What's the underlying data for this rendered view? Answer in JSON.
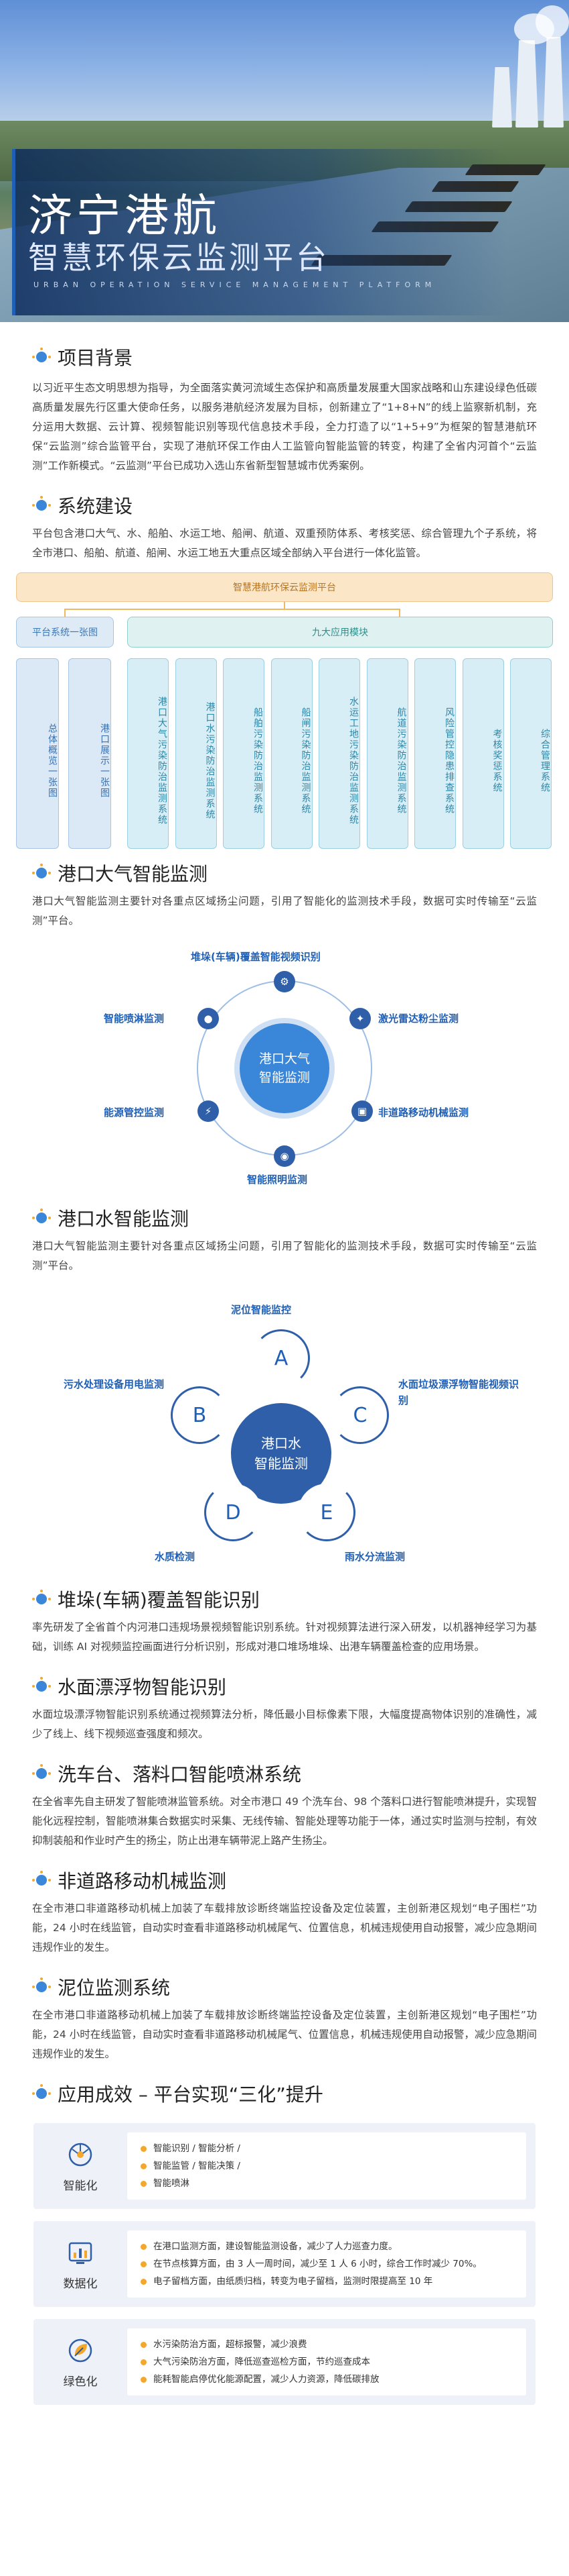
{
  "hero": {
    "title": "济宁港航",
    "subtitle": "智慧环保云监测平台",
    "english": "URBAN OPERATION SERVICE MANAGEMENT PLATFORM"
  },
  "background": {
    "title": "项目背景",
    "text": "以习近平生态文明思想为指导，为全面落实黄河流域生态保护和高质量发展重大国家战略和山东建设绿色低碳高质量发展先行区重大使命任务，以服务港航经济发展为目标，创新建立了“1+8+N”的线上监察新机制，充分运用大数据、云计算、视频智能识别等现代信息技术手段，全力打造了以“1+5+9”为框架的智慧港航环保“云监测”综合监管平台，实现了港航环保工作由人工监管向智能监管的转变，构建了全省内河首个“云监测”工作新模式。“云监测”平台已成功入选山东省新型智慧城市优秀案例。"
  },
  "system": {
    "title": "系统建设",
    "text": "平台包含港口大气、水、船舶、水运工地、船闸、航道、双重预防体系、考核奖惩、综合管理九个子系统，将全市港口、船舶、航道、船闸、水运工地五大重点区域全部纳入平台进行一体化监管。",
    "platform": "智慧港航环保云监测平台",
    "left_group": "平台系统一张图",
    "right_group": "九大应用模块",
    "left_cols": [
      "总体概览一张图",
      "港口展示一张图"
    ],
    "right_cols": [
      "港口大气污染防治监测系统",
      "港口水污染防治监测系统",
      "船舶污染防治监测系统",
      "船闸污染防治监测系统",
      "水运工地污染防治监测系统",
      "航道污染防治监测系统",
      "风险管控隐患排查系统",
      "考核奖惩系统",
      "综合管理系统"
    ]
  },
  "air": {
    "title": "港口大气智能监测",
    "text": "港口大气智能监测主要针对各重点区域扬尘问题，引用了智能化的监测技术手段，数据可实时传输至“云监测”平台。",
    "hub": [
      "港口大气",
      "智能监测"
    ],
    "nodes": [
      "堆垛(车辆)覆盖智能视频识别",
      "激光雷达粉尘监测",
      "非道路移动机械监测",
      "智能照明监测",
      "能源管控监测",
      "智能喷淋监测"
    ]
  },
  "water": {
    "title": "港口水智能监测",
    "text": "港口大气智能监测主要针对各重点区域扬尘问题，引用了智能化的监测技术手段，数据可实时传输至“云监测”平台。",
    "hub": [
      "港口水",
      "智能监测"
    ],
    "nodes": [
      {
        "letter": "A",
        "label": "泥位智能监控"
      },
      {
        "letter": "C",
        "label": "水面垃圾漂浮物智能视频识别"
      },
      {
        "letter": "E",
        "label": "雨水分流监测"
      },
      {
        "letter": "D",
        "label": "水质检测"
      },
      {
        "letter": "B",
        "label": "污水处理设备用电监测"
      }
    ]
  },
  "stack": {
    "title": "堆垛(车辆)覆盖智能识别",
    "text": "率先研发了全省首个内河港口违规场景视频智能识别系统。针对视频算法进行深入研发，以机器神经学习为基础，训练 AI 对视频监控画面进行分析识别，形成对港口堆场堆垛、出港车辆覆盖检查的应用场景。"
  },
  "floating": {
    "title": "水面漂浮物智能识别",
    "text": "水面垃圾漂浮物智能识别系统通过视频算法分析，降低最小目标像素下限，大幅度提高物体识别的准确性，减少了线上、线下视频巡查强度和频次。"
  },
  "spray": {
    "title": "洗车台、落料口智能喷淋系统",
    "text": "在全省率先自主研发了智能喷淋监管系统。对全市港口 49 个洗车台、98 个落料口进行智能喷淋提升，实现智能化远程控制，智能喷淋集合数据实时采集、无线传输、智能处理等功能于一体，通过实时监测与控制，有效抑制装船和作业时产生的扬尘，防止出港车辆带泥上路产生扬尘。"
  },
  "machinery": {
    "title": "非道路移动机械监测",
    "text": "在全市港口非道路移动机械上加装了车载排放诊断终端监控设备及定位装置，主创新港区规划“电子围栏”功能，24 小时在线监管，自动实时查看非道路移动机械尾气、位置信息，机械违规使用自动报警，减少应急期间违规作业的发生。"
  },
  "mud": {
    "title": "泥位监测系统",
    "text": "在全市港口非道路移动机械上加装了车载排放诊断终端监控设备及定位装置，主创新港区规划“电子围栏”功能，24 小时在线监管，自动实时查看非道路移动机械尾气、位置信息，机械违规使用自动报警，减少应急期间违规作业的发生。"
  },
  "results": {
    "title": "应用成效 – 平台实现“三化”提升",
    "cards": [
      {
        "name": "智能化",
        "lines": [
          "智能识别 / 智能分析 /",
          "智能监管 / 智能决策 /",
          "智能喷淋"
        ]
      },
      {
        "name": "数据化",
        "lines": [
          "在港口监测方面，建设智能监测设备，减少了人力巡查力度。",
          "在节点核算方面，由 3 人一周时间，减少至 1 人 6 小时，综合工作时减少 70%。",
          "电子留档方面，由纸质归档，转变为电子留档，监测时限提高至 10 年"
        ]
      },
      {
        "name": "绿色化",
        "lines": [
          "水污染防治方面，超标报警，减少浪费",
          "大气污染防治方面，降低巡查巡检方面，节约巡查成本",
          "能耗智能启停优化能源配置，减少人力资源，降低碳排放"
        ]
      }
    ]
  },
  "colors": {
    "primary": "#2e5fa8",
    "accent": "#f3a82c",
    "hub": "#3a86d8"
  }
}
